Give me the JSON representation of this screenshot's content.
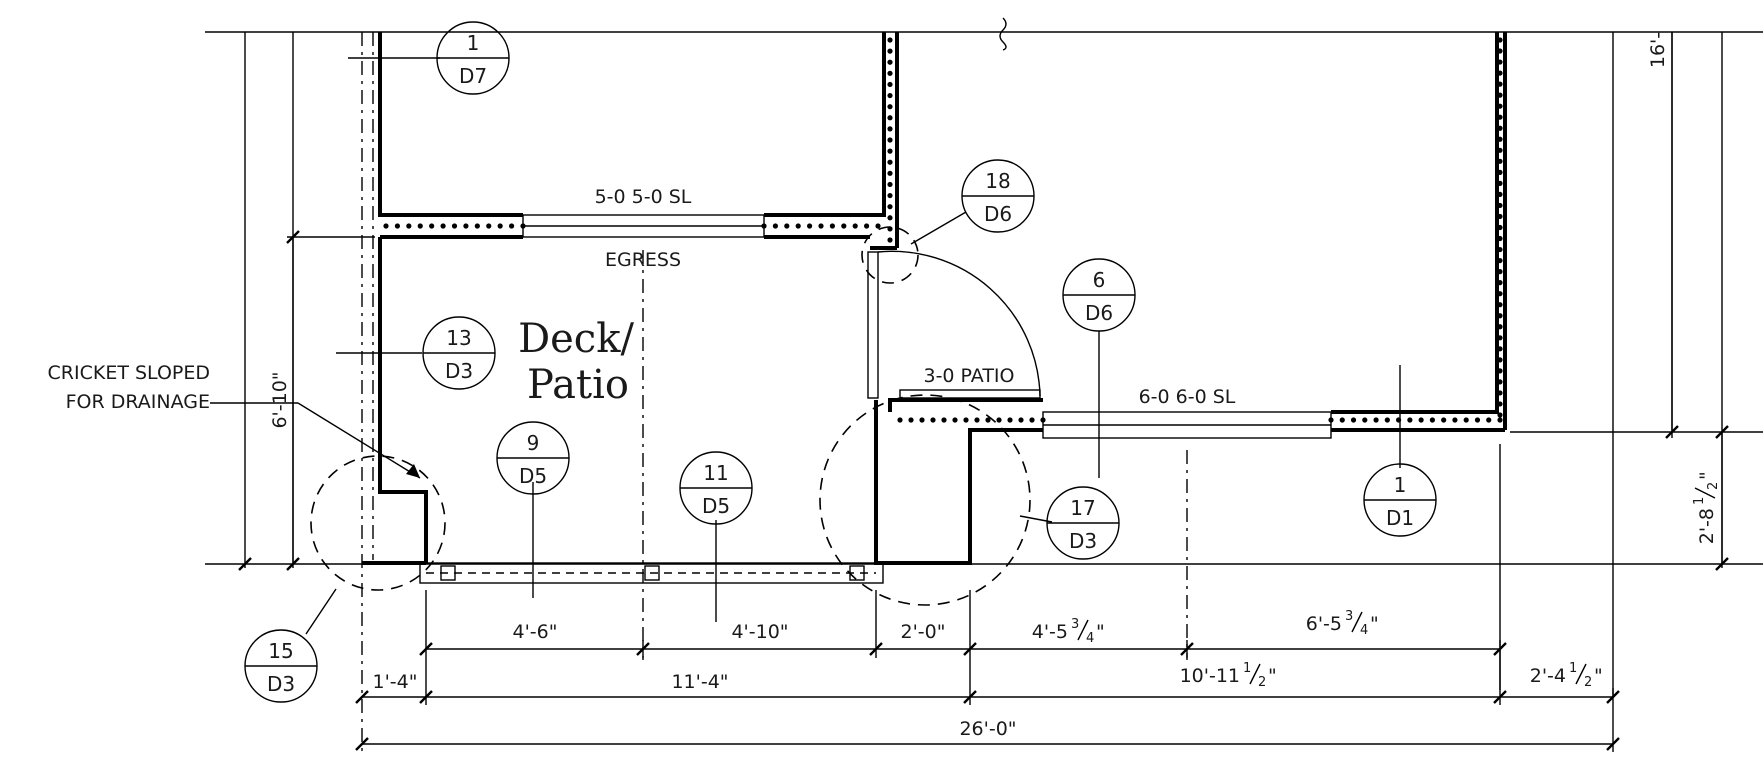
{
  "room": {
    "line1": "Deck/",
    "line2": "Patio"
  },
  "callout": {
    "line1": "CRICKET SLOPED",
    "line2": "FOR DRAINAGE"
  },
  "openings": {
    "upper_window": "5-0 5-0 SL",
    "egress": "EGRESS",
    "patio_door": "3-0 PATIO",
    "lower_window": "6-0 6-0 SL"
  },
  "details": [
    {
      "num": "1",
      "sheet": "D7"
    },
    {
      "num": "18",
      "sheet": "D6"
    },
    {
      "num": "6",
      "sheet": "D6"
    },
    {
      "num": "13",
      "sheet": "D3"
    },
    {
      "num": "9",
      "sheet": "D5"
    },
    {
      "num": "11",
      "sheet": "D5"
    },
    {
      "num": "17",
      "sheet": "D3"
    },
    {
      "num": "1",
      "sheet": "D1"
    },
    {
      "num": "15",
      "sheet": "D3"
    }
  ],
  "dimensions": {
    "row1": [
      "4'-6\"",
      "4'-10\"",
      "2'-0\"",
      "4'-5",
      "6'-5"
    ],
    "row1_fracs": [
      "3",
      "4",
      "3",
      "4"
    ],
    "row2": [
      "1'-4\"",
      "11'-4\"",
      "10'-11",
      "2'-4"
    ],
    "row2_fracs": [
      "1",
      "2",
      "1",
      "2"
    ],
    "overall": "26'-0\"",
    "left_vertical": "6'-10\"",
    "right_top": "16'-",
    "right_vertical": "2'-8",
    "right_vertical_frac": [
      "1",
      "2"
    ]
  },
  "inch_mark": "\""
}
